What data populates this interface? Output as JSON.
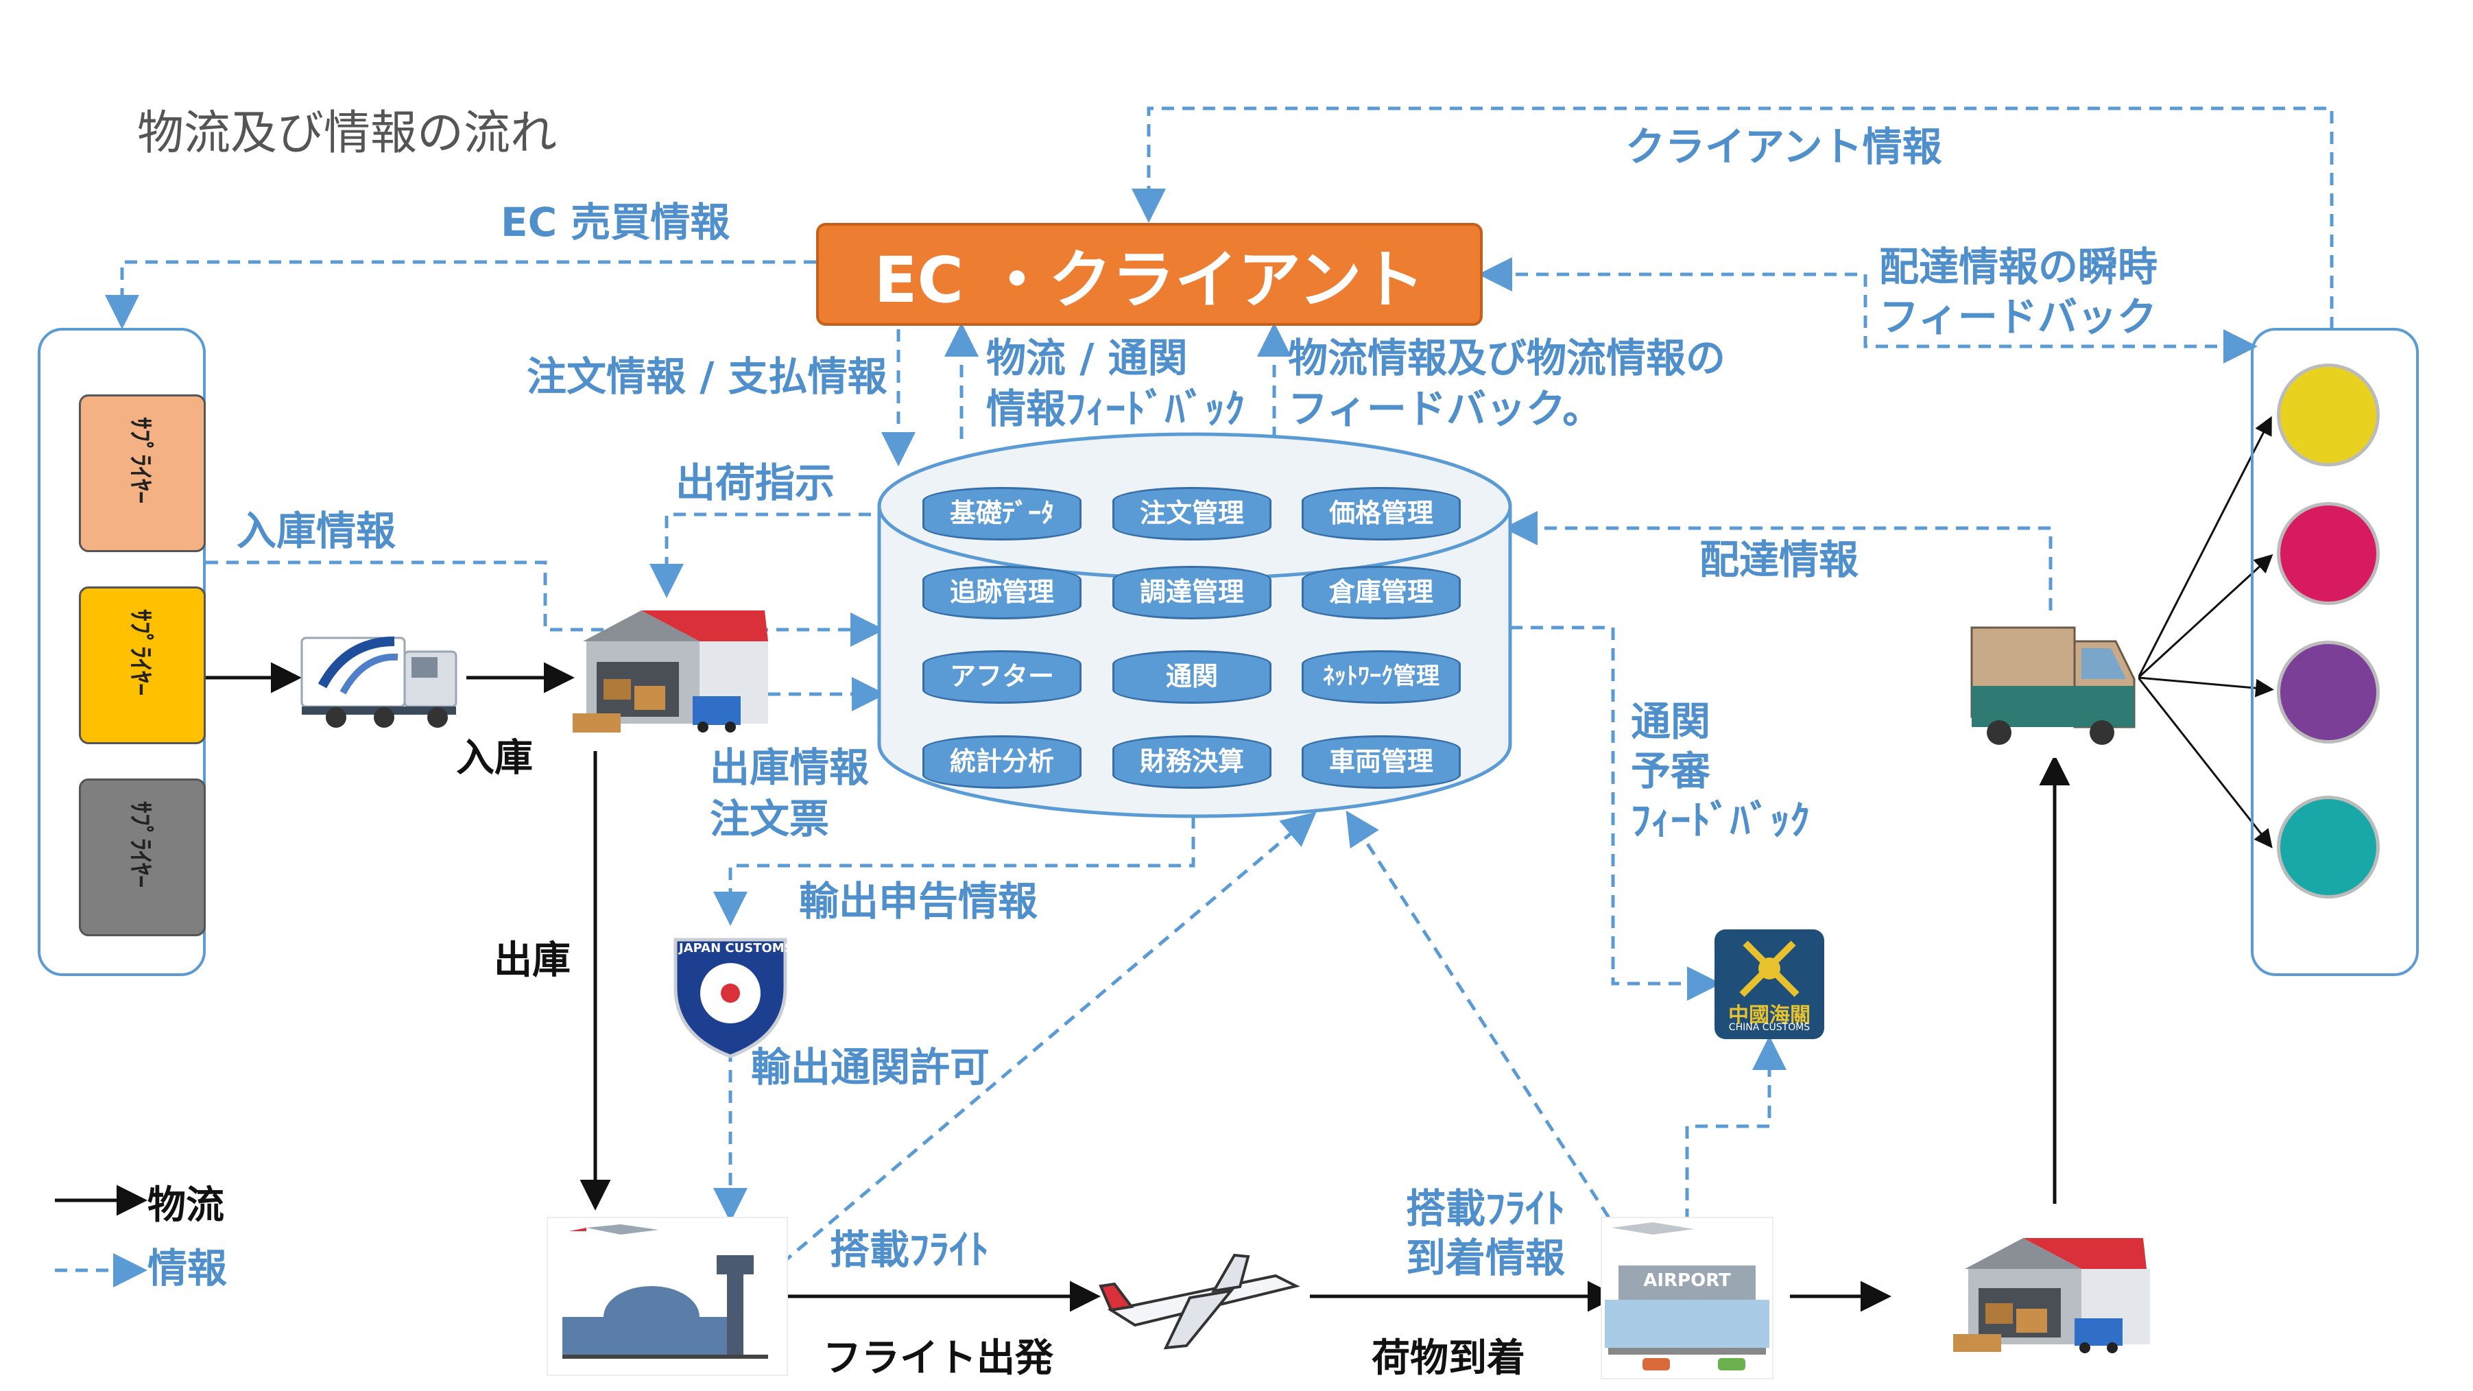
{
  "title": "物流及び情報の流れ",
  "ec_client": "EC ・クライアント",
  "labels": {
    "ec_sales_info": "EC 売買情報",
    "client_info": "クライアント情報",
    "delivery_feedback_line1": "配達情報の瞬時",
    "delivery_feedback_line2": "フィードバック",
    "order_payment_info": "注文情報 / 支払情報",
    "logistics_customs_line1": "物流 / 通関",
    "logistics_customs_line2": "情報ﾌｨｰﾄﾞﾊﾞｯｸ",
    "logistics_feedback_line1": "物流情報及び物流情報の",
    "logistics_feedback_line2": "フィードバック。",
    "shipping_instruction": "出荷指示",
    "receiving_info": "入庫情報",
    "delivery_info": "配達情報",
    "outbound_info_line1": "出庫情報",
    "outbound_info_line2": "注文票",
    "customs_line1": "通関",
    "customs_line2": "予審",
    "customs_line3": "ﾌｨｰﾄﾞﾊﾞｯｸ",
    "export_declaration": "輸出申告情報",
    "export_clearance": "輸出通関許可",
    "loaded_flight": "搭載ﾌﾗｲﾄ",
    "flight_arrival_line1": "搭載ﾌﾗｲﾄ",
    "flight_arrival_line2": "到着情報",
    "receiving": "入庫",
    "shipping_out": "出庫",
    "flight_departure": "フライト出発",
    "cargo_arrival": "荷物到着"
  },
  "legend": {
    "logistics": "物流",
    "information": "情報"
  },
  "suppliers": [
    {
      "label": "ｻﾌﾟﾗｲﾔｰ",
      "color": "#f4b183"
    },
    {
      "label": "ｻﾌﾟﾗｲﾔｰ",
      "color": "#ffc000"
    },
    {
      "label": "ｻﾌﾟﾗｲﾔｰ",
      "color": "#7f7f7f"
    }
  ],
  "system_modules": [
    "基礎ﾃﾞｰﾀ",
    "注文管理",
    "価格管理",
    "追跡管理",
    "調達管理",
    "倉庫管理",
    "アフター",
    "通関",
    "ﾈｯﾄﾜｰｸ管理",
    "統計分析",
    "財務決算",
    "車両管理"
  ],
  "badges": {
    "japan_customs": "JAPAN CUSTOMS",
    "china_customs_cn": "中國海關",
    "china_customs_en": "CHINA CUSTOMS",
    "airport": "AIRPORT"
  },
  "customer_colors": [
    "#e8d21f",
    "#d81b60",
    "#7b3f98",
    "#19a8a8"
  ],
  "colors": {
    "info_line": "#5b9bd5",
    "ec_box": "#ed7d31",
    "text_blue": "#4f8fcb"
  }
}
